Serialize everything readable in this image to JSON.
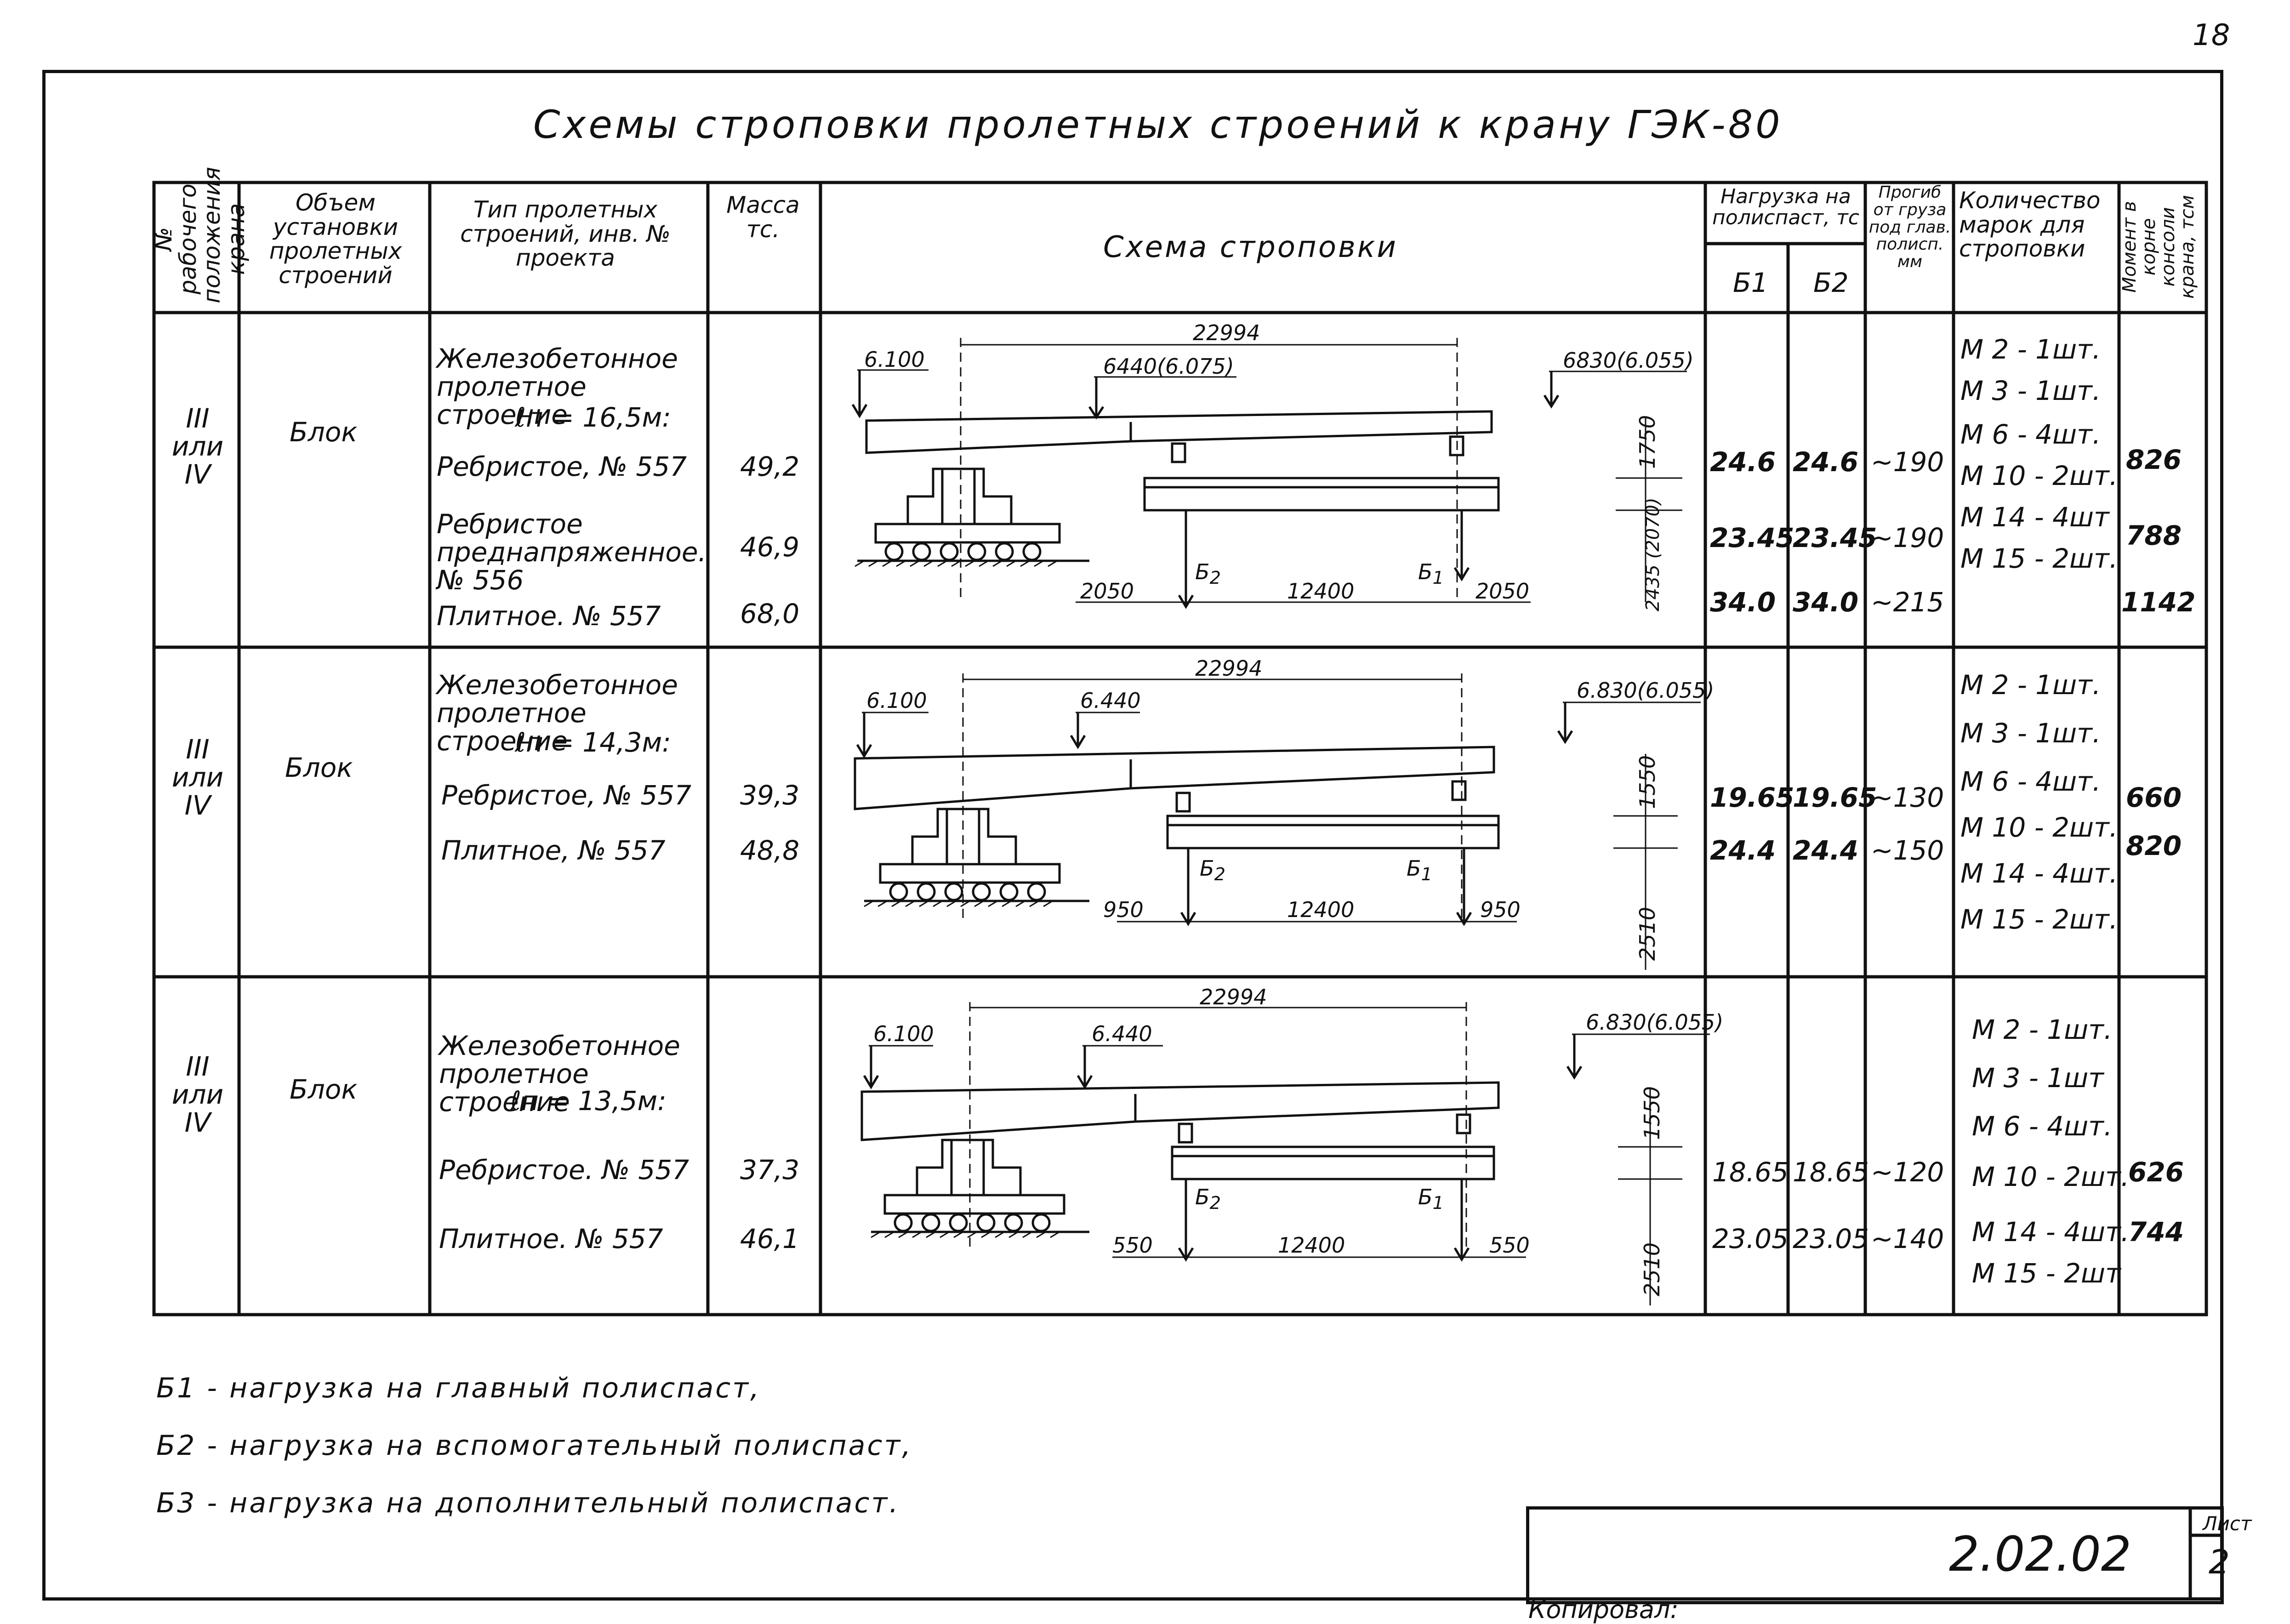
{
  "page_number": "18",
  "title": "Схемы строповки пролетных строений к крану ГЭК-80",
  "headers": {
    "position": "№ рабочего положения крана",
    "volume": "Объем установки пролетных строений",
    "type": "Тип пролетных строений, инв. № проекта",
    "mass": "Масса тс.",
    "scheme": "Схема строповки",
    "load": "Нагрузка на полиспаст, тс",
    "b1": "Б1",
    "b2": "Б2",
    "deflection": "Прогиб от груза под глав. полисп. мм",
    "marks": "Количество марок для строповки",
    "moment": "Момент в корне консоли крана, тсм"
  },
  "rows": [
    {
      "position": "III или IV",
      "volume": "Блок",
      "heading": "Железобетонное пролетное строение",
      "span": "ℓп = 16,5м:",
      "items": [
        {
          "type": "Ребристое, № 557",
          "mass": "49,2",
          "b1": "24.6",
          "b2": "24.6",
          "defl": "~190"
        },
        {
          "type": "Ребристое преднапряженное. № 556",
          "mass": "46,9",
          "b1": "23.45",
          "b2": "23.45",
          "defl": "~190"
        },
        {
          "type": "Плитное. № 557",
          "mass": "68,0",
          "b1": "34.0",
          "b2": "34.0",
          "defl": "~215"
        }
      ],
      "marks": [
        "М 2 - 1шт.",
        "М 3 - 1шт.",
        "М 6 - 4шт.",
        "М 10 - 2шт.",
        "М 14 - 4шт",
        "М 15 - 2шт."
      ],
      "moments": [
        "826",
        "788",
        "1142"
      ],
      "scheme": {
        "total": "22994",
        "left_lvl": "6.100",
        "mid_lvl": "6440(6.075)",
        "right_lvl": "6830(6.055)",
        "left": "2050",
        "span": "12400",
        "right": "2050",
        "height": "1750",
        "base": "2435 (2070)"
      }
    },
    {
      "position": "III или IV",
      "volume": "Блок",
      "heading": "Железобетонное пролетное строение",
      "span": "ℓп = 14,3м:",
      "items": [
        {
          "type": "Ребристое, № 557",
          "mass": "39,3",
          "b1": "19.65",
          "b2": "19.65",
          "defl": "~130"
        },
        {
          "type": "Плитное, № 557",
          "mass": "48,8",
          "b1": "24.4",
          "b2": "24.4",
          "defl": "~150"
        }
      ],
      "marks": [
        "М 2 - 1шт.",
        "М 3 - 1шт.",
        "М 6 - 4шт.",
        "М 10 - 2шт.",
        "М 14 - 4шт.",
        "М 15 - 2шт."
      ],
      "moments": [
        "660",
        "820"
      ],
      "scheme": {
        "total": "22994",
        "left_lvl": "6.100",
        "mid_lvl": "6.440",
        "right_lvl": "6.830(6.055)",
        "left": "950",
        "span": "12400",
        "right": "950",
        "height": "1550",
        "base": "2510"
      }
    },
    {
      "position": "III или IV",
      "volume": "Блок",
      "heading": "Железобетонное пролетное строение",
      "span": "ℓп = 13,5м:",
      "items": [
        {
          "type": "Ребристое. № 557",
          "mass": "37,3",
          "b1": "18.65",
          "b2": "18.65",
          "defl": "~120"
        },
        {
          "type": "Плитное. № 557",
          "mass": "46,1",
          "b1": "23.05",
          "b2": "23.05",
          "defl": "~140"
        }
      ],
      "marks": [
        "М 2 - 1шт.",
        "М 3 - 1шт",
        "М 6 - 4шт.",
        "М 10 - 2шт.",
        "М 14 - 4шт.",
        "М 15 - 2шт"
      ],
      "moments": [
        "626",
        "744"
      ],
      "scheme": {
        "total": "22994",
        "left_lvl": "6.100",
        "mid_lvl": "6.440",
        "right_lvl": "6.830(6.055)",
        "left": "550",
        "span": "12400",
        "right": "550",
        "height": "1550",
        "base": "2510"
      }
    }
  ],
  "notes": [
    "Б1 - нагрузка на главный полиспаст,",
    "Б2 - нагрузка на вспомогательный полиспаст,",
    "Б3 - нагрузка на дополнительный полиспаст."
  ],
  "stamp": {
    "code": "2.02.02",
    "sheet_label": "Лист",
    "sheet_no": "2",
    "copied": "Копировал:"
  }
}
